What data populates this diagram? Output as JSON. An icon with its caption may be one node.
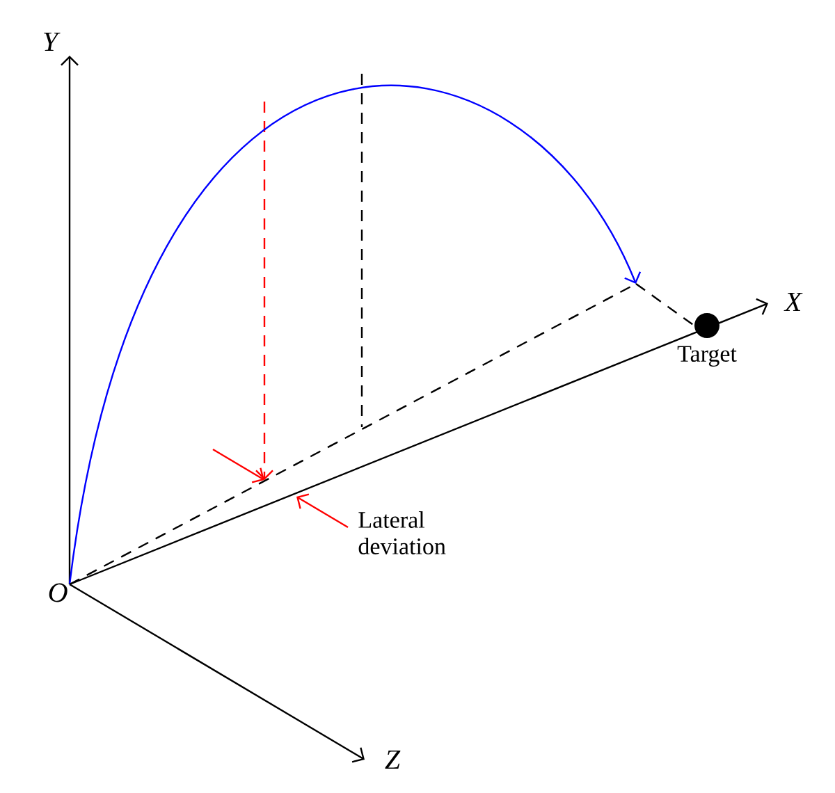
{
  "diagram": {
    "nodes": [
      {
        "text": [
          "O"
        ]
      },
      {
        "text": [],
        "shape": "circle",
        "beside": [
          "Target"
        ]
      }
    ],
    "edges": [
      {
        "from": 0,
        "to": null,
        "arrow": "to",
        "color": "#0000ff"
      },
      {
        "from": 0,
        "to": null,
        "arrow": "none",
        "style": "dashed"
      },
      {
        "from": null,
        "to": 1,
        "arrow": "none",
        "style": "dashed"
      }
    ],
    "labels": [
      "Y",
      "X",
      "Z",
      "Lateral deviation"
    ]
  }
}
